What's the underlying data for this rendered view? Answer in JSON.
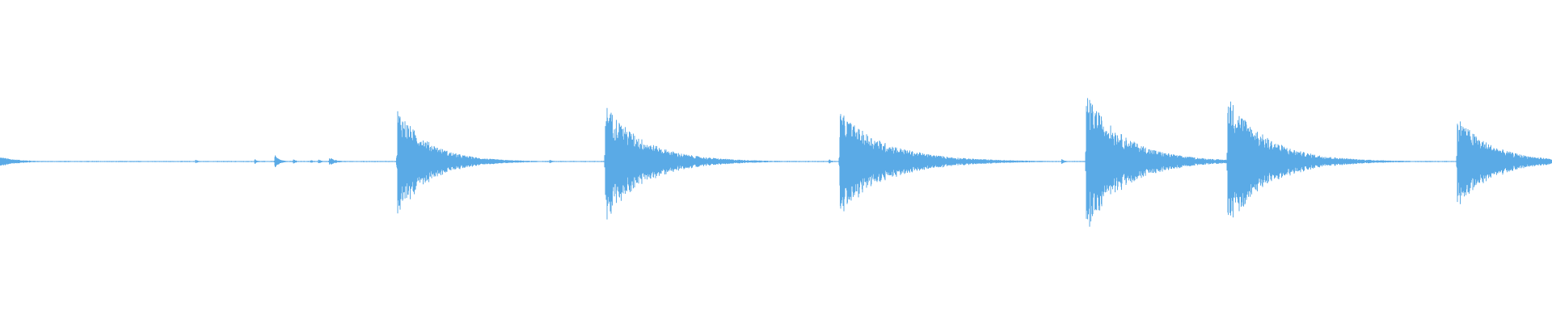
{
  "waveform": {
    "color": "#5aaae6",
    "background": "#ffffff",
    "amplitude_range": [
      -1,
      1
    ],
    "transients": [
      {
        "t": 0.0,
        "peak": 0.07,
        "decay": 0.012
      },
      {
        "t": 0.126,
        "peak": 0.03,
        "decay": 0.002
      },
      {
        "t": 0.164,
        "peak": 0.04,
        "decay": 0.002
      },
      {
        "t": 0.177,
        "peak": 0.1,
        "decay": 0.003
      },
      {
        "t": 0.189,
        "peak": 0.04,
        "decay": 0.002
      },
      {
        "t": 0.2,
        "peak": 0.03,
        "decay": 0.002
      },
      {
        "t": 0.205,
        "peak": 0.04,
        "decay": 0.002
      },
      {
        "t": 0.212,
        "peak": 0.07,
        "decay": 0.004
      },
      {
        "t": 0.256,
        "peak": 0.8,
        "decay": 0.02
      },
      {
        "t": 0.354,
        "peak": 0.03,
        "decay": 0.002
      },
      {
        "t": 0.39,
        "peak": 0.86,
        "decay": 0.025
      },
      {
        "t": 0.422,
        "peak": 0.05,
        "decay": 0.003
      },
      {
        "t": 0.471,
        "peak": 0.02,
        "decay": 0.002
      },
      {
        "t": 0.534,
        "peak": 0.04,
        "decay": 0.002
      },
      {
        "t": 0.541,
        "peak": 0.74,
        "decay": 0.03
      },
      {
        "t": 0.61,
        "peak": 0.02,
        "decay": 0.002
      },
      {
        "t": 0.684,
        "peak": 0.04,
        "decay": 0.002
      },
      {
        "t": 0.7,
        "peak": 1.0,
        "decay": 0.025
      },
      {
        "t": 0.791,
        "peak": 0.99,
        "decay": 0.025
      },
      {
        "t": 0.939,
        "peak": 0.67,
        "decay": 0.022
      },
      {
        "t": 0.977,
        "peak": 0.02,
        "decay": 0.002
      },
      {
        "t": 0.999,
        "peak": 0.05,
        "decay": 0.002
      }
    ],
    "noise_floor": 0.008
  }
}
